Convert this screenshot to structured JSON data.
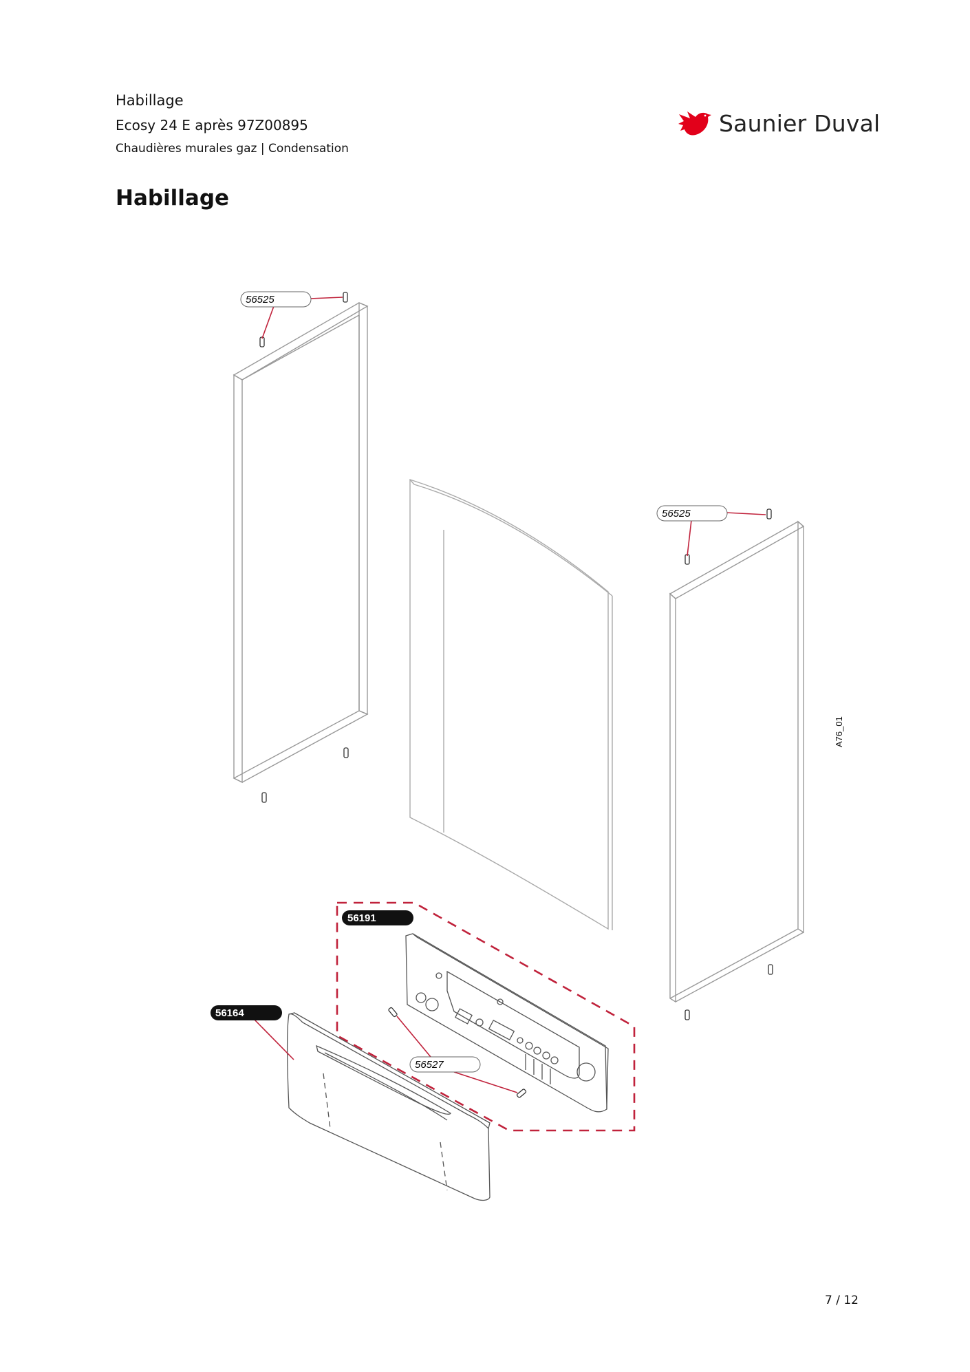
{
  "header": {
    "line1": "Habillage",
    "line2": "Ecosy 24 E après 97Z00895",
    "line3": "Chaudières murales gaz | Condensation"
  },
  "brand": {
    "name": "Saunier Duval",
    "color": "#e2001a",
    "icon": "bird-logo-icon"
  },
  "section_title": "Habillage",
  "callouts": {
    "screw_left_top": "56525",
    "screw_right_top": "56525",
    "control_panel": "56191",
    "front_cover": "56164",
    "panel_screws": "56527"
  },
  "drawing_ref": "A76_01",
  "page": "7 / 12",
  "accent": "#c0223b"
}
